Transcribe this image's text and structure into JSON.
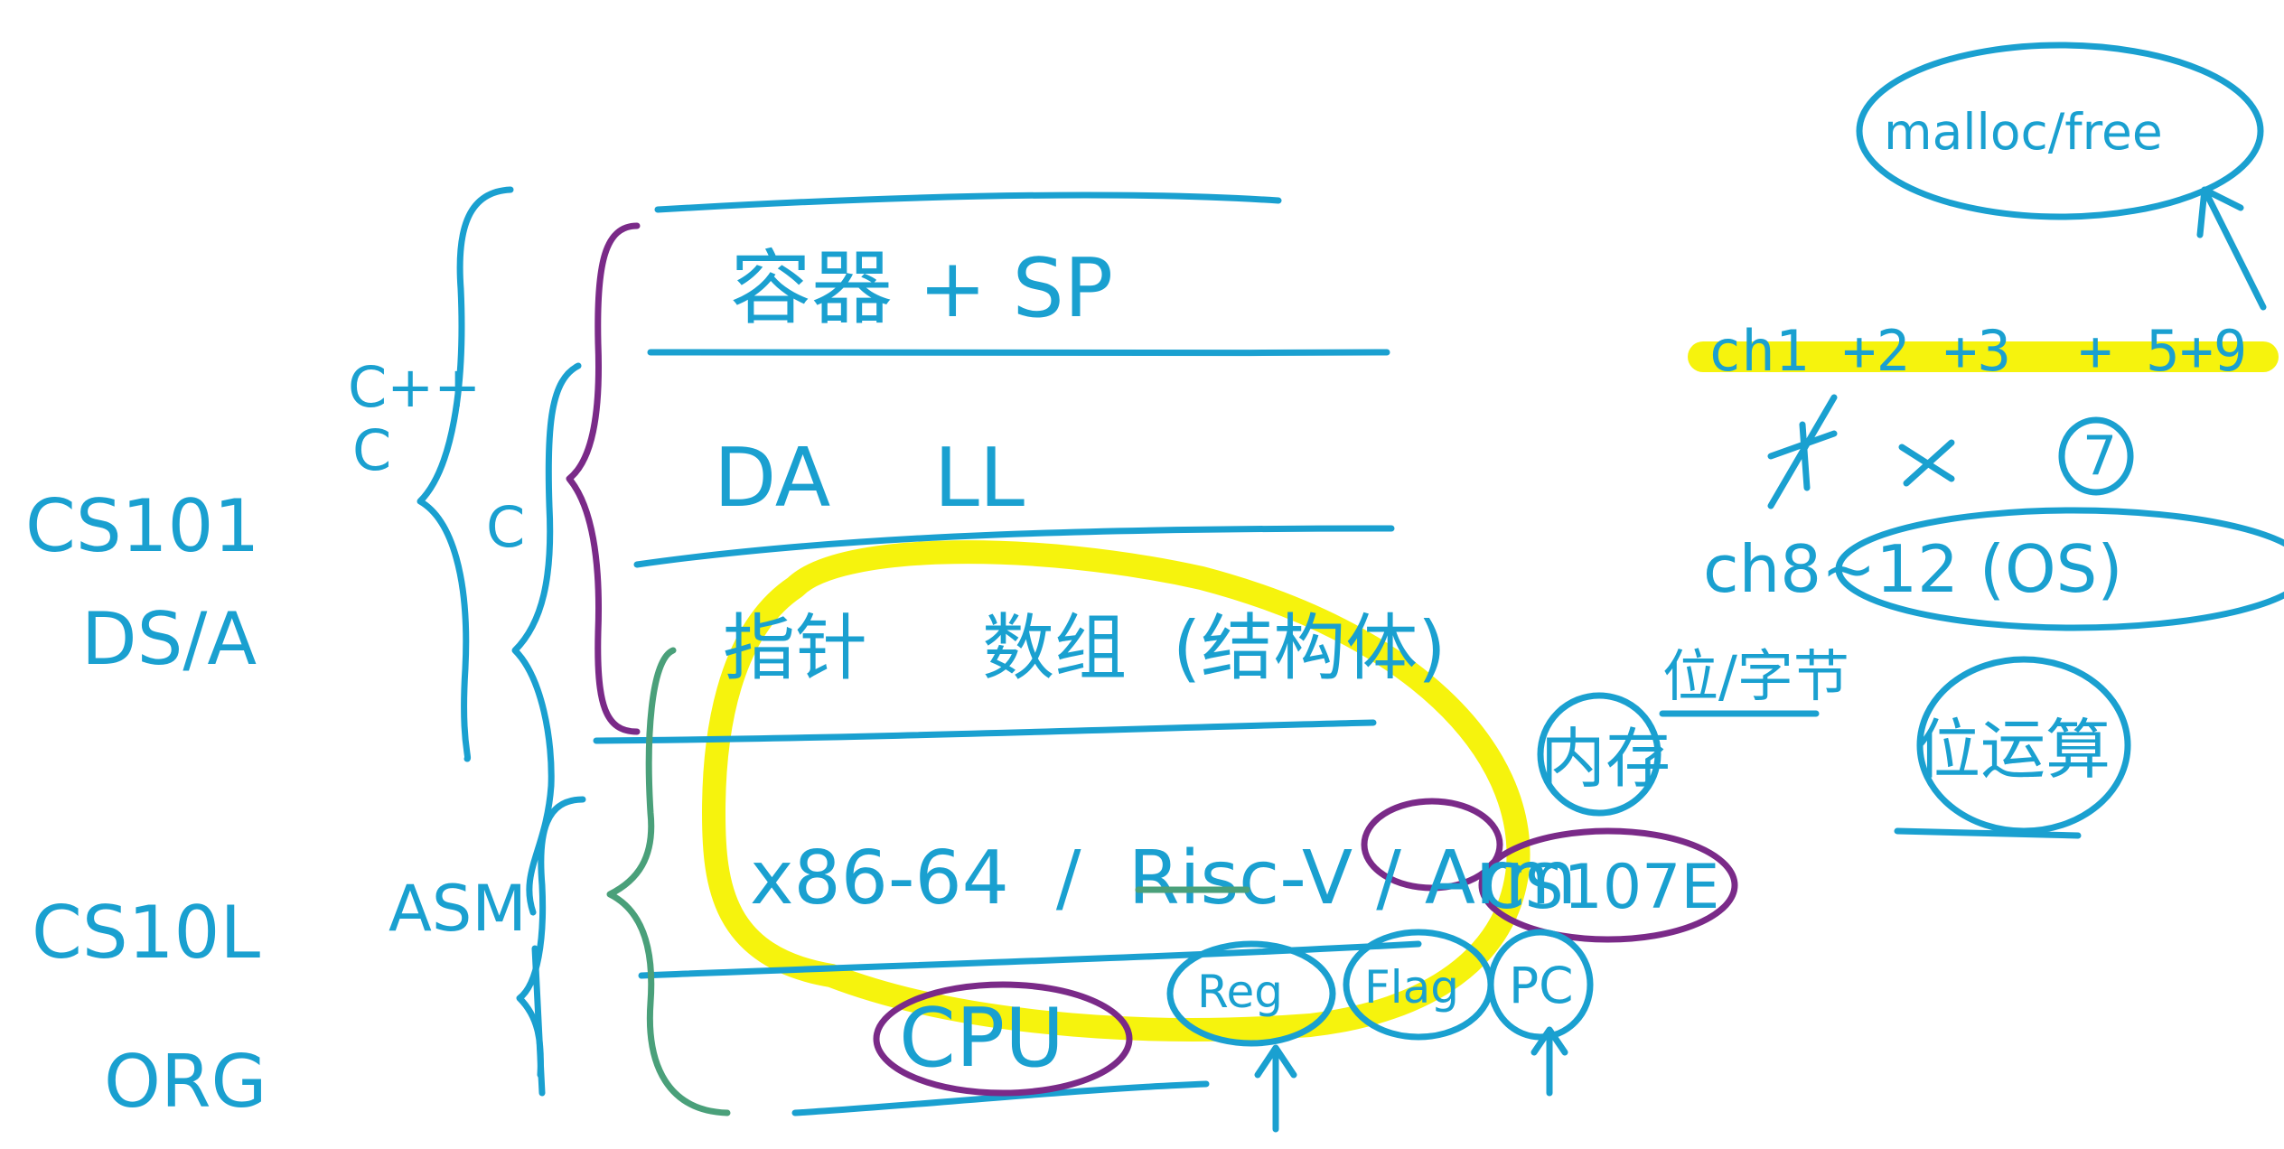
{
  "left_labels": {
    "cs101": "CS101",
    "dsa": "DS/A",
    "cs10l": "CS10L",
    "org": "ORG"
  },
  "brace_labels": {
    "cpp": "C++",
    "c_small": "C",
    "c_inner": "C",
    "asm": "ASM"
  },
  "rows": {
    "containers": "容器 + SP",
    "da_ll": "DA    LL",
    "pointers": "指针     数组  (结构体)",
    "isa": "x86-64  /  Risc-V / Arm",
    "cpu": "CPU"
  },
  "cpu_parts": {
    "reg": "Reg",
    "flag": "Flag",
    "pc": "PC"
  },
  "right_side": {
    "malloc": "malloc/free",
    "chapters": "ch1 +2 +3  + 5+9",
    "ch7": "7",
    "os": "ch8~12 (OS)",
    "memory": "内存",
    "bit_byte": "位/字节",
    "bit_ops": "位运算",
    "cs107e": "CS107E"
  },
  "colors": {
    "ink_blue": "#1aa0d0",
    "ink_purple": "#7a2a88",
    "highlight_yellow": "#f6f200"
  }
}
